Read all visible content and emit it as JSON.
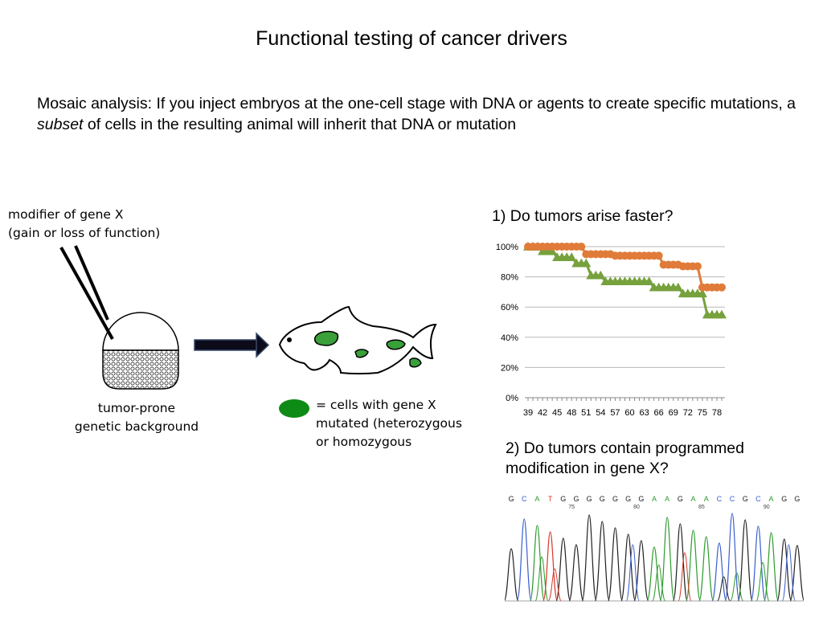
{
  "slide": {
    "title": "Functional testing of cancer drivers",
    "intro_part1": "Mosaic analysis: If you inject embryos at the one-cell stage with DNA or agents to create specific mutations, a ",
    "intro_emph": "subset",
    "intro_part2": " of cells in the resulting animal will inherit that DNA or mutation",
    "modifier_line1": "modifier of gene X",
    "modifier_line2": "(gain or loss of function)",
    "background_line1": "tumor-prone",
    "background_line2": "genetic background",
    "legend_line1": "= cells with gene X",
    "legend_line2": "mutated (heterozygous",
    "legend_line3": "or homozygous",
    "question1": "1) Do tumors arise faster?",
    "question2_line1": "2) Do tumors contain programmed",
    "question2_line2": "modification in gene X?"
  },
  "colors": {
    "orange": "#e07b39",
    "green": "#76a13d",
    "cell_green": "#3aa03a"
  },
  "chart_data": {
    "type": "line",
    "title": "",
    "xlabel": "",
    "ylabel": "",
    "x": [
      39,
      40,
      41,
      42,
      43,
      44,
      45,
      46,
      47,
      48,
      49,
      50,
      51,
      52,
      53,
      54,
      55,
      56,
      57,
      58,
      59,
      60,
      61,
      62,
      63,
      64,
      65,
      66,
      67,
      68,
      69,
      70,
      71,
      72,
      73,
      74,
      75,
      76,
      77,
      78,
      79
    ],
    "x_tick_labels": [
      "39",
      "42",
      "45",
      "48",
      "51",
      "54",
      "57",
      "60",
      "63",
      "66",
      "69",
      "72",
      "75",
      "78"
    ],
    "y_tick_labels": [
      "0%",
      "20%",
      "40%",
      "60%",
      "80%",
      "100%"
    ],
    "ylim": [
      0,
      100
    ],
    "grid": true,
    "series": [
      {
        "color": "#e07b39",
        "marker": "circle",
        "values": [
          100,
          100,
          100,
          100,
          100,
          100,
          100,
          100,
          100,
          100,
          100,
          100,
          95,
          95,
          95,
          95,
          95,
          95,
          94,
          94,
          94,
          94,
          94,
          94,
          94,
          94,
          94,
          94,
          88,
          88,
          88,
          88,
          87,
          87,
          87,
          87,
          73,
          73,
          73,
          73,
          73
        ]
      },
      {
        "color": "#76a13d",
        "marker": "triangle",
        "values": [
          100,
          100,
          100,
          97,
          97,
          97,
          93,
          93,
          93,
          93,
          89,
          89,
          89,
          81,
          81,
          81,
          77,
          77,
          77,
          77,
          77,
          77,
          77,
          77,
          77,
          77,
          73,
          73,
          73,
          73,
          73,
          73,
          69,
          69,
          69,
          69,
          69,
          55,
          55,
          55,
          55
        ]
      }
    ]
  },
  "chromatogram": {
    "bases": [
      "G",
      "C",
      "A",
      "T",
      "G",
      "G",
      "G",
      "G",
      "G",
      "G",
      "G",
      "A",
      "A",
      "G",
      "A",
      "A",
      "C",
      "C",
      "G",
      "C",
      "A",
      "G",
      "G"
    ],
    "position_labels": [
      "75",
      "80",
      "85",
      "90"
    ],
    "base_colors": {
      "G": "#222222",
      "C": "#3a5fcd",
      "A": "#2e9b2e",
      "T": "#d43a2a"
    }
  }
}
